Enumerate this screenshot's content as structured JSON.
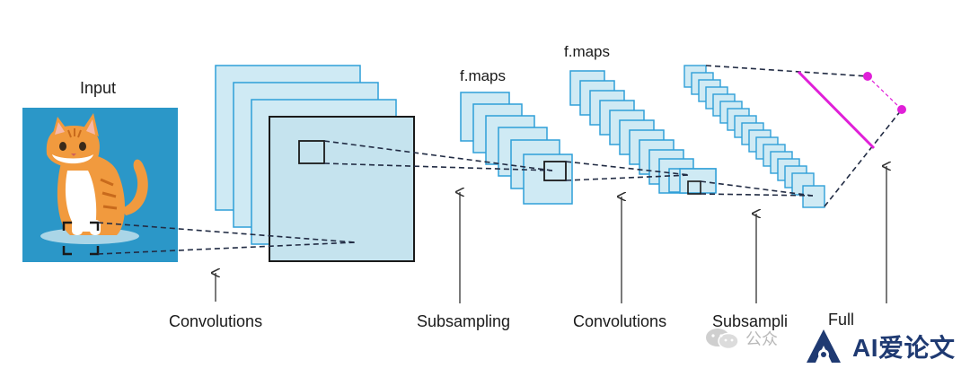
{
  "labels": {
    "input": "Input",
    "fmaps_1": "f.maps",
    "fmaps_2": "f.maps",
    "convolutions_1": "Convolutions",
    "subsampling_1": "Subsampling",
    "convolutions_2": "Convolutions",
    "subsampling_2": "Subsampli",
    "full_connection": "Full"
  },
  "watermark": {
    "wechat_text": "公众",
    "brand_text": "AI爱论文"
  },
  "colors": {
    "fmap_fill": "#cfeaf4",
    "fmap_stroke": "#2f9fd8",
    "highlight_fill": "#c5e3ee",
    "dashed_line": "#222c44",
    "fc_accent": "#e020d8",
    "cat_bg": "#2b97c8",
    "arrow": "#333333",
    "watermark_brand": "#1f3a72"
  },
  "icons": {
    "cat_image": "cat-illustration",
    "wechat": "wechat-icon",
    "brand_logo": "ai-logo-icon"
  }
}
